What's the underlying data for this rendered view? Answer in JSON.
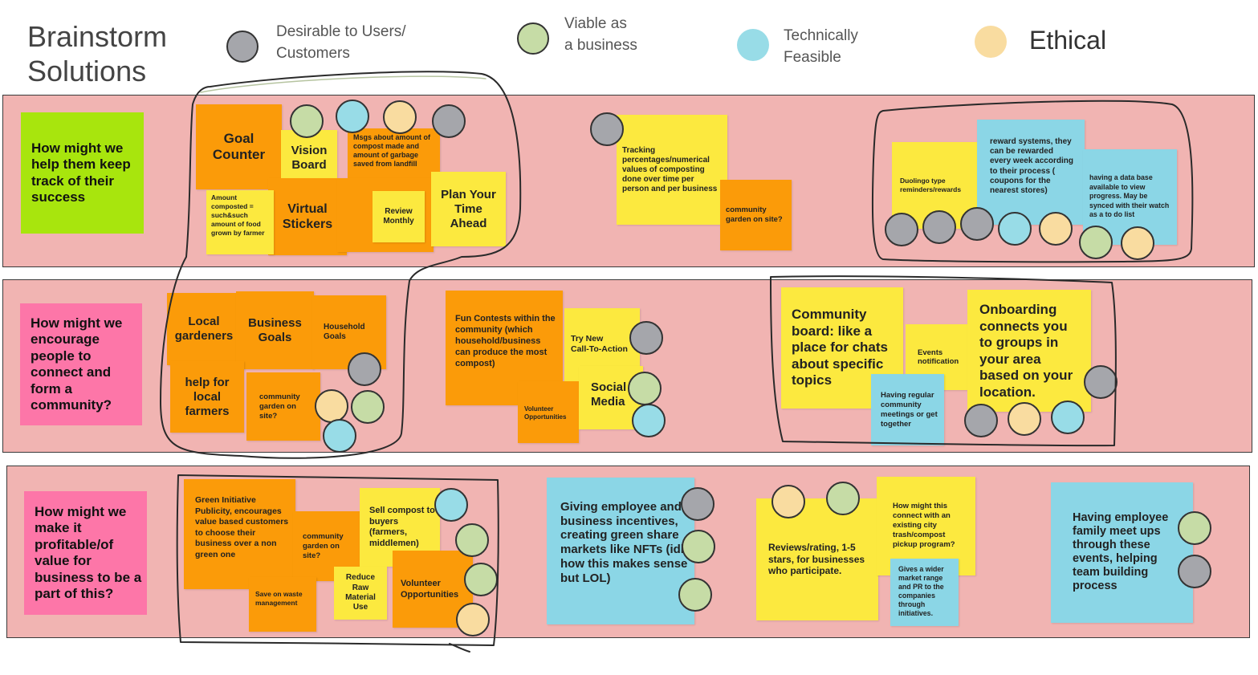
{
  "title": "Brainstorm\nSolutions",
  "legend": [
    {
      "key": "desirable",
      "label": "Desirable to Users/\nCustomers",
      "color": "#a5a6ab"
    },
    {
      "key": "viable",
      "label": "Viable as\na business",
      "color": "#c6dca6"
    },
    {
      "key": "feasible",
      "label": "Technically\nFeasible",
      "color": "#98dce7"
    },
    {
      "key": "ethical",
      "label": "Ethical",
      "color": "#f9dca0"
    }
  ],
  "colors": {
    "row_bg": "#f1b4b2",
    "sticky_orange": "#fb9b09",
    "sticky_yellow": "#fce93f",
    "sticky_blue": "#8bd6e6",
    "hmw_green": "#a8e50d",
    "hmw_pink": "#fd76a8"
  },
  "rows": [
    {
      "question": "How might we help them keep track of their success",
      "notes": {
        "goal_counter": "Goal\nCounter",
        "vision_board": "Vision\nBoard",
        "msgs_compost": "Msgs about amount of compost made and amount of garbage saved from landfill",
        "amount_composted": "Amount composted = such&such amount of food grown by farmer",
        "virtual_stickers": "Virtual\nStickers",
        "review_monthly": "Review\nMonthly",
        "plan_ahead": "Plan Your\nTime\nAhead",
        "tracking": "Tracking percentages/numerical values of composting done over time per person and per business",
        "community_garden": "community garden on site?",
        "duolingo": "Duolingo type reminders/rewards",
        "reward_systems": "reward systems, they can be rewarded every week according to their process ( coupons for the nearest stores)",
        "data_base": "having a data base available to view progress. May be synced with their watch as a to do list"
      }
    },
    {
      "question": "How might we encourage people to connect and form a community?",
      "notes": {
        "local_gardeners": "Local\ngardeners",
        "business_goals": "Business\nGoals",
        "household_goals": "Household\nGoals",
        "help_farmers": "help for\nlocal\nfarmers",
        "community_garden": "community garden on site?",
        "fun_contests": "Fun Contests within the community (which household/business can produce the most compost)",
        "try_new": "Try New\nCall-To-Action",
        "volunteer": "Volunteer\nOpportunities",
        "social_media": "Social\nMedia",
        "community_board": "Community board: like a place for chats about specific topics",
        "events": "Events\nnotification",
        "regular_meetings": "Having regular community meetings or get together",
        "onboarding": "Onboarding connects you to groups in your area based on your location."
      }
    },
    {
      "question": "How might we make it profitable/of value for business to be a part of this?",
      "notes": {
        "green_initiative": "Green Initiative Publicity, encourages value based customers to choose their business over a non green one",
        "community_garden": "community garden on site?",
        "sell_compost": "Sell compost to buyers (farmers, middlemen)",
        "save_waste": "Save on waste management",
        "reduce_raw": "Reduce\nRaw\nMaterial\nUse",
        "volunteer": "Volunteer\nOpportunities",
        "employee_incentives": "Giving employee and business incentives, creating green share markets like NFTs (idk how this makes sense but LOL)",
        "reviews": "Reviews/rating, 1-5 stars, for businesses who participate.",
        "city_trash": "How might this connect with an existing city trash/compost pickup program?",
        "wider_market": "Gives a wider market range and PR to the companies through initiatives.",
        "family_meetups": "Having employee family meet ups through these events, helping team building process"
      }
    }
  ]
}
